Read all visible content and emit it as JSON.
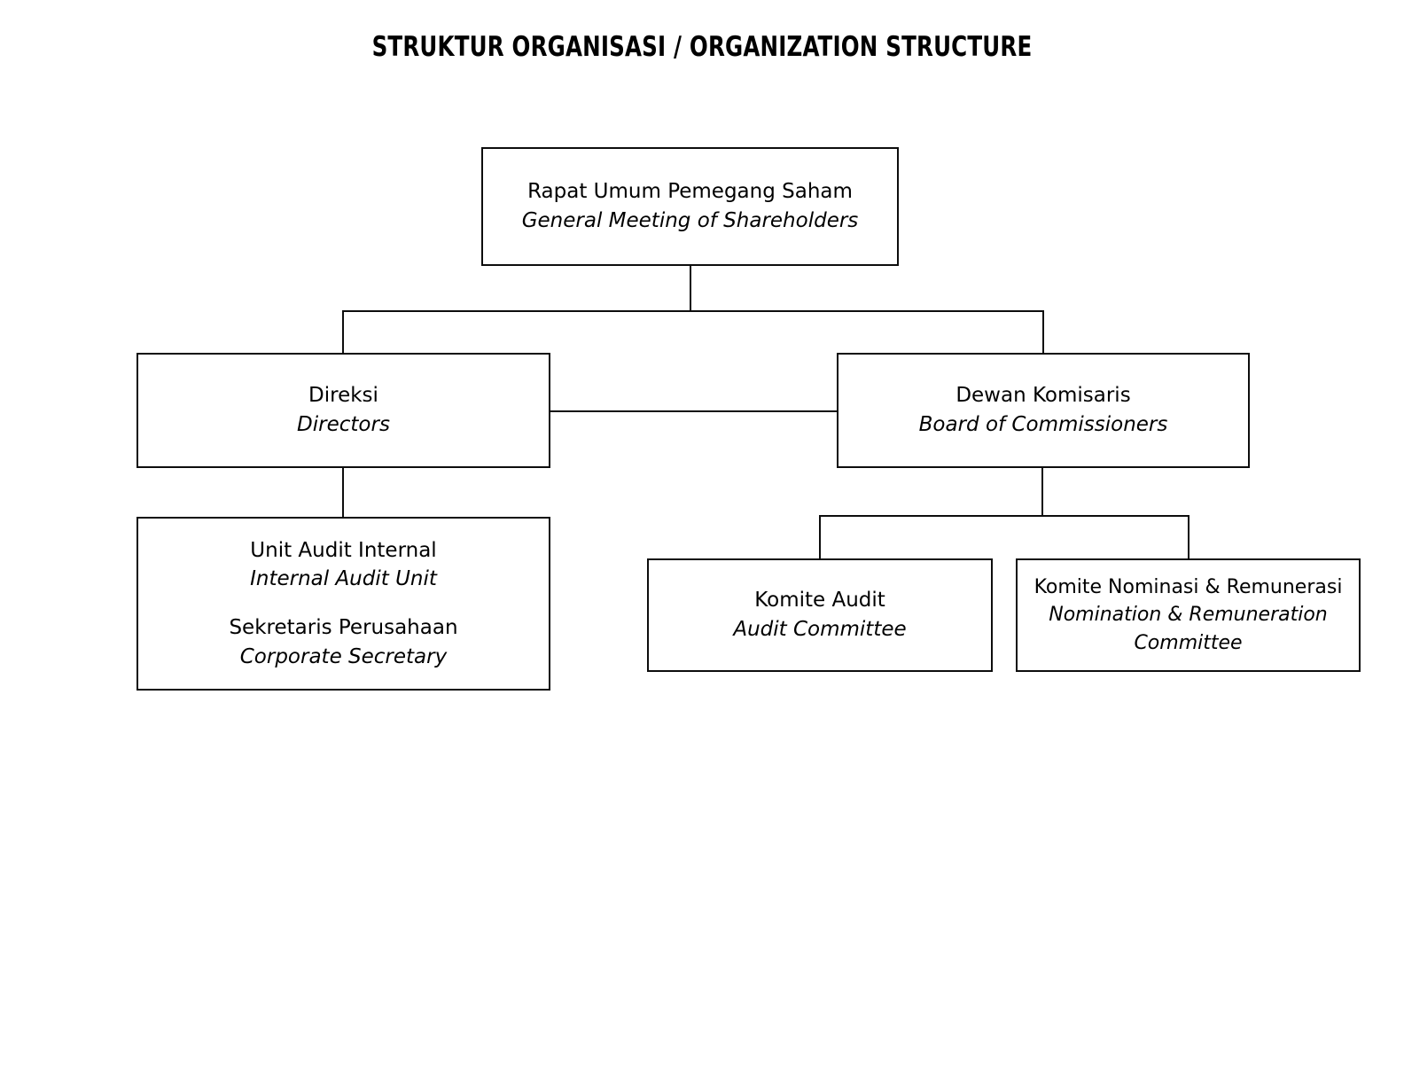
{
  "document": {
    "title": "STRUKTUR ORGANISASI / ORGANIZATION STRUCTURE"
  },
  "colors": {
    "background": "#ffffff",
    "line": "#0d0d0d",
    "text": "#000000"
  },
  "chart_data": {
    "type": "diagram",
    "diagram_type": "organization-chart",
    "title": "STRUKTUR ORGANISASI / ORGANIZATION STRUCTURE",
    "orientation": "top-down",
    "levels": 3,
    "nodes": [
      {
        "id": "gms",
        "level": 1,
        "name_id": "Rapat Umum Pemegang Saham",
        "name_en": "General Meeting of Shareholders"
      },
      {
        "id": "directors",
        "level": 2,
        "name_id": "Direksi",
        "name_en": "Directors"
      },
      {
        "id": "board_of_commissioners",
        "level": 2,
        "name_id": "Dewan Komisaris",
        "name_en": "Board of Commissioners"
      },
      {
        "id": "internal_audit_corporate_secretary",
        "level": 3,
        "name_id": "Unit Audit Internal",
        "name_en": "Internal Audit Unit",
        "name_id_2": "Sekretaris Perusahaan",
        "name_en_2": "Corporate Secretary"
      },
      {
        "id": "audit_committee",
        "level": 3,
        "name_id": "Komite Audit",
        "name_en": "Audit Committee"
      },
      {
        "id": "nomination_remuneration_committee",
        "level": 3,
        "name_id": "Komite Nominasi & Remunerasi",
        "name_en": "Nomination & Remuneration Committee"
      }
    ],
    "edges": [
      {
        "from": "gms",
        "to": "directors",
        "style": "elbow"
      },
      {
        "from": "gms",
        "to": "board_of_commissioners",
        "style": "elbow"
      },
      {
        "from": "directors",
        "to": "board_of_commissioners",
        "style": "lateral"
      },
      {
        "from": "directors",
        "to": "internal_audit_corporate_secretary",
        "style": "vertical"
      },
      {
        "from": "board_of_commissioners",
        "to": "audit_committee",
        "style": "elbow"
      },
      {
        "from": "board_of_commissioners",
        "to": "nomination_remuneration_committee",
        "style": "elbow"
      }
    ]
  },
  "nodes": {
    "gms": {
      "name_id": "Rapat Umum Pemegang Saham",
      "name_en": "General Meeting of Shareholders"
    },
    "directors": {
      "name_id": "Direksi",
      "name_en": "Directors"
    },
    "board_of_commissioners": {
      "name_id": "Dewan Komisaris",
      "name_en": "Board of Commissioners"
    },
    "internal_audit": {
      "name_id": "Unit Audit Internal",
      "name_en": "Internal Audit Unit"
    },
    "corporate_secretary": {
      "name_id": "Sekretaris Perusahaan",
      "name_en": "Corporate Secretary"
    },
    "audit_committee": {
      "name_id": "Komite Audit",
      "name_en": "Audit Committee"
    },
    "nomination_remuneration_committee": {
      "name_id": "Komite Nominasi & Remunerasi",
      "name_en": "Nomination & Remuneration Committee"
    }
  }
}
